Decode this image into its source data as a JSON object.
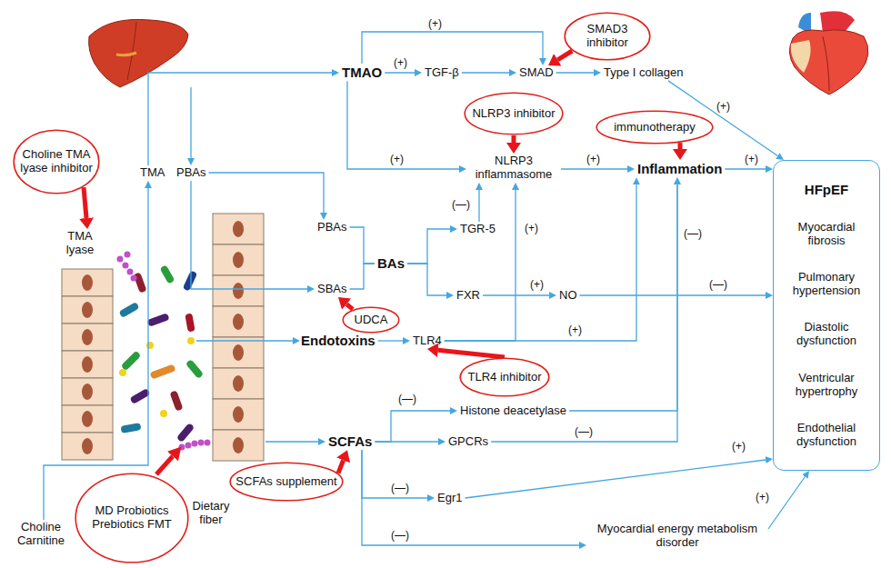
{
  "diagram": {
    "nodes": [
      {
        "text": [
          "Choline TMA lyase inhibitor"
        ]
      },
      {
        "text": [
          "TMA"
        ]
      },
      {
        "text": [
          "PBAs"
        ]
      },
      {
        "text": [
          "TMA lyase"
        ]
      },
      {
        "text": [
          "TMAO"
        ]
      },
      {
        "text": [
          "TGF-β"
        ]
      },
      {
        "text": [
          "SMAD"
        ]
      },
      {
        "text": [
          "Type I collagen"
        ]
      },
      {
        "text": [
          "SMAD3 inhibitor"
        ]
      },
      {
        "text": [
          "NLRP3 inhibitor"
        ]
      },
      {
        "text": [
          "NLRP3 inflammasome"
        ]
      },
      {
        "text": [
          "immunotherapy"
        ]
      },
      {
        "text": [
          "Inflammation"
        ]
      },
      {
        "text": [
          "HFpEF",
          "Myocardial fibrosis",
          "Pulmonary hypertension",
          "Diastolic dysfunction",
          "Ventricular hypertrophy",
          "Endothelial dysfunction"
        ]
      },
      {
        "text": [
          "PBAs"
        ]
      },
      {
        "text": [
          "SBAs"
        ]
      },
      {
        "text": [
          "BAs"
        ]
      },
      {
        "text": [
          "TGR-5"
        ]
      },
      {
        "text": [
          "FXR"
        ]
      },
      {
        "text": [
          "NO"
        ]
      },
      {
        "text": [
          "UDCA"
        ]
      },
      {
        "text": [
          "Endotoxins"
        ]
      },
      {
        "text": [
          "TLR4"
        ]
      },
      {
        "text": [
          "TLR4 inhibitor"
        ]
      },
      {
        "text": [
          "Histone deacetylase"
        ]
      },
      {
        "text": [
          "SCFAs"
        ]
      },
      {
        "text": [
          "SCFAs supplement"
        ]
      },
      {
        "text": [
          "GPCRs"
        ]
      },
      {
        "text": [
          "Egr1"
        ]
      },
      {
        "text": [
          "Myocardial energy metabolism disorder"
        ]
      },
      {
        "text": [
          "MD Probiotics Prebiotics FMT"
        ]
      },
      {
        "text": [
          "Choline Carnitine"
        ]
      },
      {
        "text": [
          "Dietary fiber"
        ]
      }
    ],
    "edges": [
      {
        "from": 31,
        "to": 1,
        "arrow": "to"
      },
      {
        "from": 1,
        "to": 4,
        "arrow": "to"
      },
      {
        "from": 4,
        "to": 5,
        "label": "(+)",
        "arrow": "to"
      },
      {
        "from": 5,
        "to": 6,
        "arrow": "to"
      },
      {
        "from": 4,
        "to": 6,
        "label": "(+)",
        "arrow": "to"
      },
      {
        "from": 6,
        "to": 7,
        "arrow": "to"
      },
      {
        "from": 7,
        "to": 13,
        "label": "(+)",
        "arrow": "to"
      },
      {
        "from": 4,
        "to": 10,
        "label": "(+)",
        "arrow": "to"
      },
      {
        "from": 10,
        "to": 12,
        "label": "(+)",
        "arrow": "to"
      },
      {
        "from": 12,
        "to": 13,
        "label": "(+)",
        "arrow": "to"
      },
      {
        "from": 2,
        "to": 14,
        "arrow": "to"
      },
      {
        "from": 2,
        "to": 15,
        "arrow": "to"
      },
      {
        "from": 14,
        "to": 16,
        "arrow": "none"
      },
      {
        "from": 15,
        "to": 16,
        "arrow": "none"
      },
      {
        "from": 16,
        "to": 17,
        "arrow": "to"
      },
      {
        "from": 17,
        "to": 10,
        "label": "(—)",
        "arrow": "to"
      },
      {
        "from": 16,
        "to": 18,
        "arrow": "to"
      },
      {
        "from": 18,
        "to": 19,
        "label": "(+)",
        "arrow": "to"
      },
      {
        "from": 19,
        "to": 13,
        "label": "(—)",
        "arrow": "to"
      },
      {
        "from": 21,
        "to": 22,
        "arrow": "to"
      },
      {
        "from": 22,
        "to": 10,
        "label": "(+)",
        "arrow": "to"
      },
      {
        "from": 22,
        "to": 12,
        "label": "(+)",
        "arrow": "to"
      },
      {
        "from": 25,
        "to": 24,
        "label": "(—)",
        "arrow": "to"
      },
      {
        "from": 24,
        "to": 12,
        "label": "(—)",
        "arrow": "to"
      },
      {
        "from": 25,
        "to": 27,
        "arrow": "to"
      },
      {
        "from": 27,
        "to": 12,
        "label": "(—)",
        "arrow": "to"
      },
      {
        "from": 25,
        "to": 28,
        "label": "(—)",
        "arrow": "to"
      },
      {
        "from": 28,
        "to": 13,
        "label": "(+)",
        "arrow": "to"
      },
      {
        "from": 25,
        "to": 29,
        "label": "(—)",
        "arrow": "to"
      },
      {
        "from": 29,
        "to": 13,
        "label": "(+)",
        "arrow": "to"
      },
      {
        "from": 20,
        "to": 15,
        "arrow": "to"
      },
      {
        "from": 23,
        "to": 22,
        "arrow": "to"
      },
      {
        "from": 26,
        "to": 25,
        "arrow": "to"
      },
      {
        "from": 0,
        "to": 3,
        "arrow": "to"
      },
      {
        "from": 8,
        "to": 6,
        "arrow": "to"
      },
      {
        "from": 9,
        "to": 10,
        "arrow": "to"
      },
      {
        "from": 11,
        "to": 12,
        "arrow": "to"
      }
    ]
  }
}
